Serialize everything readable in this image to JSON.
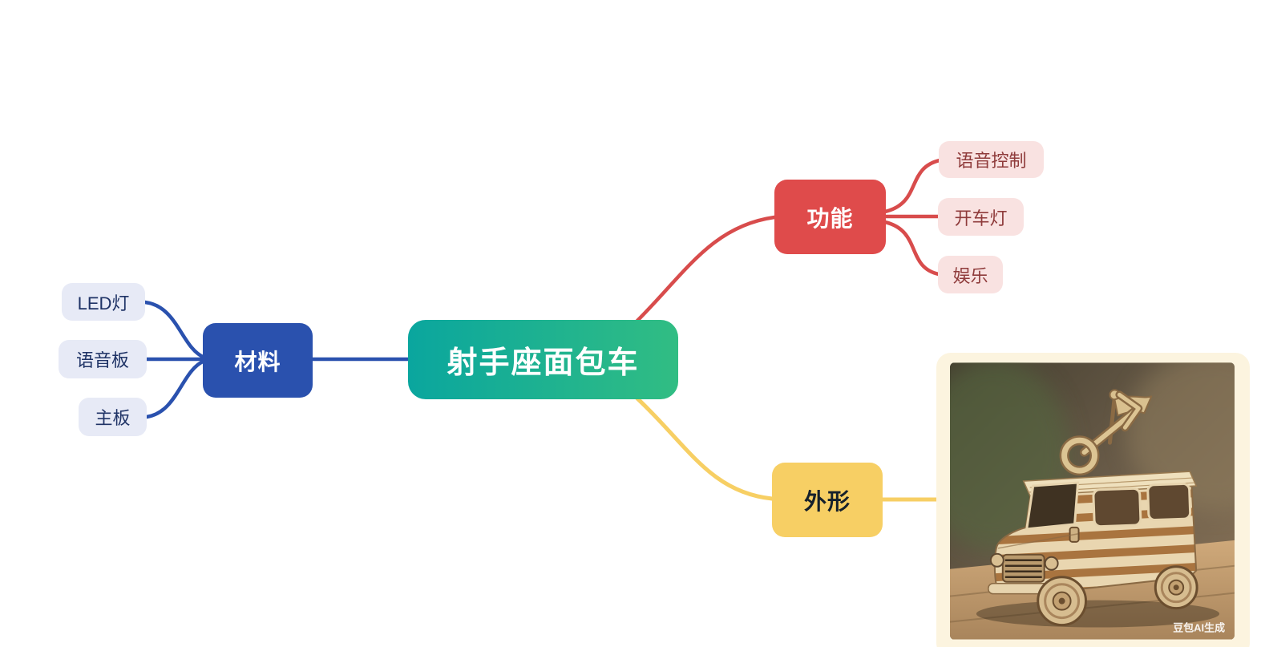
{
  "mindmap": {
    "root": {
      "label": "射手座面包车"
    },
    "branches": [
      {
        "label": "材料",
        "color": "#2a51ae",
        "child_bg": "#e7eaf6",
        "child_text_color": "#1f3366",
        "children": [
          {
            "label": "LED灯"
          },
          {
            "label": "语音板"
          },
          {
            "label": "主板"
          }
        ]
      },
      {
        "label": "功能",
        "color": "#df4b4b",
        "child_bg": "#f9e2e1",
        "child_text_color": "#8f3b3b",
        "children": [
          {
            "label": "语音控制"
          },
          {
            "label": "开车灯"
          },
          {
            "label": "娱乐"
          }
        ]
      },
      {
        "label": "外形",
        "color": "#f7cf64",
        "children": []
      }
    ]
  },
  "root_colors": {
    "gradient_start": "#0aa69e",
    "gradient_end": "#31bd83"
  },
  "image_card": {
    "background": "#fcf4df",
    "watermark": "豆包AI生成"
  }
}
